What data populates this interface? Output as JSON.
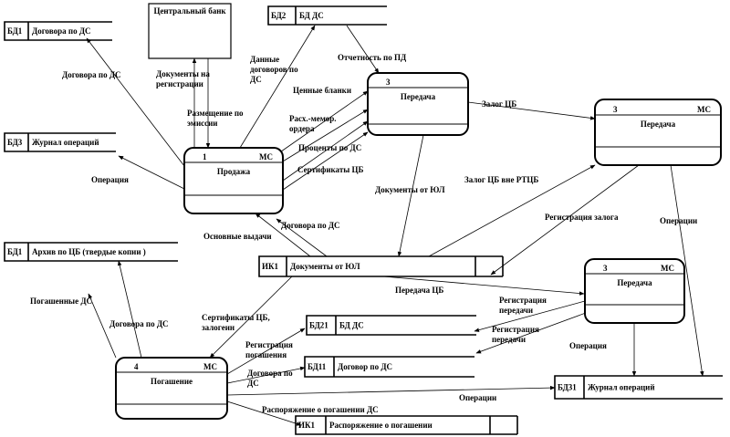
{
  "central_bank": {
    "label": "Центральный банк"
  },
  "stores": [
    {
      "id": "БД1",
      "label": "Договора по ДС"
    },
    {
      "id": "БД2",
      "label": "БД ДС"
    },
    {
      "id": "БД3",
      "label": "Журнал операций"
    },
    {
      "id": "БД1",
      "label": "Архив по ЦБ (твердые копии )"
    },
    {
      "id": "ИК1",
      "label": "Документы от ЮЛ"
    },
    {
      "id": "БД21",
      "label": "БД ДС"
    },
    {
      "id": "БД11",
      "label": "Договор по ДС"
    },
    {
      "id": "ИК1",
      "label": "Распоряжение о погашении"
    },
    {
      "id": "БД31",
      "label": "Журнал операций"
    }
  ],
  "processes": [
    {
      "num": "1",
      "role": "МС",
      "label": "Продажа"
    },
    {
      "num": "3",
      "role": "",
      "label": "Передача"
    },
    {
      "num": "3",
      "role": "МС",
      "label": "Передача"
    },
    {
      "num": "3",
      "role": "МС",
      "label": "Передача"
    },
    {
      "num": "4",
      "role": "МС",
      "label": "Погашение"
    }
  ],
  "flows": [
    {
      "lines": [
        "Договора по ДС"
      ]
    },
    {
      "lines": [
        "Документы на",
        "регистрации"
      ]
    },
    {
      "lines": [
        "Данные",
        "договоров по",
        "ДС"
      ]
    },
    {
      "lines": [
        "Отчетность  по ПД"
      ]
    },
    {
      "lines": [
        "Ценные бланки"
      ]
    },
    {
      "lines": [
        "Размещение по",
        "эмиссии"
      ]
    },
    {
      "lines": [
        "Расх.-мемор.",
        "ордера"
      ]
    },
    {
      "lines": [
        "Проценты по ДС"
      ]
    },
    {
      "lines": [
        "Сертификаты ЦБ"
      ]
    },
    {
      "lines": [
        "Операция"
      ]
    },
    {
      "lines": [
        "Залог ЦБ"
      ]
    },
    {
      "lines": [
        "Залог ЦБ вне РТЦБ"
      ]
    },
    {
      "lines": [
        "Документы от ЮЛ"
      ]
    },
    {
      "lines": [
        "Регистрация залога"
      ]
    },
    {
      "lines": [
        "Операции"
      ]
    },
    {
      "lines": [
        "Договора по ДС"
      ]
    },
    {
      "lines": [
        "Основные выдачи"
      ]
    },
    {
      "lines": [
        "Погашенные ДС"
      ]
    },
    {
      "lines": [
        "Договора по ДС"
      ]
    },
    {
      "lines": [
        "Сертификаты ЦБ,",
        "залогеин"
      ]
    },
    {
      "lines": [
        "Передача ЦБ"
      ]
    },
    {
      "lines": [
        "Регистрация",
        "передачи"
      ]
    },
    {
      "lines": [
        "Регистрация",
        "передачи"
      ]
    },
    {
      "lines": [
        "Регистрация",
        "погашения"
      ]
    },
    {
      "lines": [
        "Договора по",
        "ДС"
      ]
    },
    {
      "lines": [
        "Операции"
      ]
    },
    {
      "lines": [
        "Операция"
      ]
    },
    {
      "lines": [
        "Распоряжение о погашении ДС"
      ]
    }
  ]
}
